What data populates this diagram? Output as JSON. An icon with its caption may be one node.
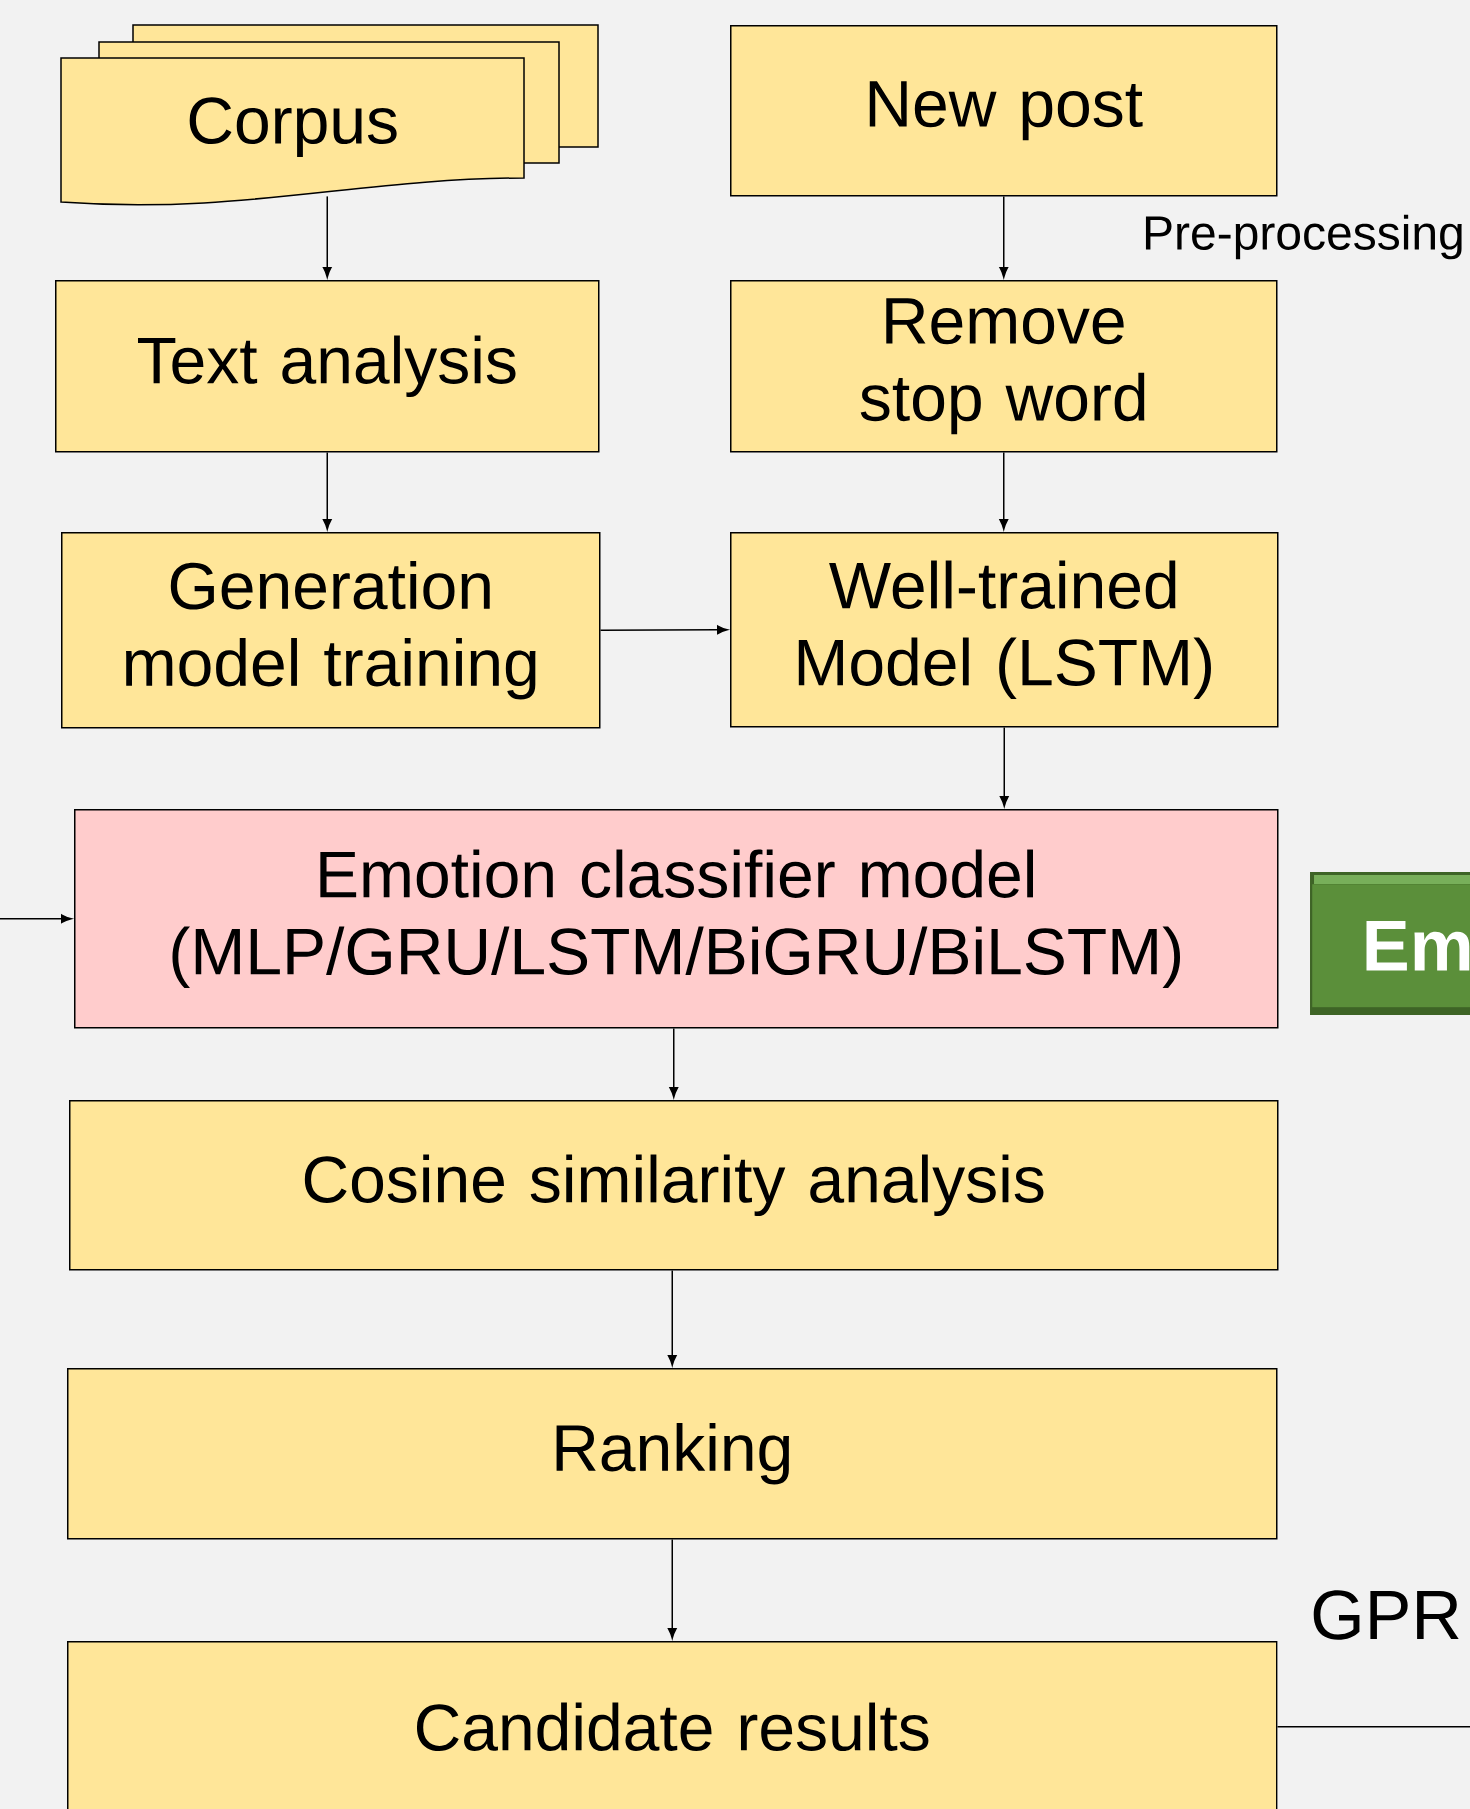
{
  "diagram": {
    "nodes": [
      {
        "text": [
          "Corpus"
        ]
      },
      {
        "text": [
          "New post"
        ]
      },
      {
        "text": [
          "Text analysis"
        ]
      },
      {
        "text": [
          "Remove stop word"
        ]
      },
      {
        "text": [
          "Generation model training"
        ]
      },
      {
        "text": [
          "Well-trained Model (LSTM)"
        ]
      },
      {
        "text": [
          "Emotion classifier model (MLP/GRU/LSTM/BiGRU/BiLSTM)"
        ]
      },
      {
        "text": [
          "Em"
        ]
      },
      {
        "text": [
          "Cosine similarity analysis"
        ]
      },
      {
        "text": [
          "Ranking"
        ]
      },
      {
        "text": [
          "Candidate results"
        ]
      }
    ],
    "edges": [
      {
        "from": 0,
        "to": 2,
        "arrow": "to"
      },
      {
        "from": 1,
        "to": 3,
        "arrow": "to"
      },
      {
        "from": 2,
        "to": 4,
        "arrow": "to"
      },
      {
        "from": 3,
        "to": 5,
        "arrow": "to"
      },
      {
        "from": 4,
        "to": 5,
        "arrow": "to"
      },
      {
        "from": 5,
        "to": 6,
        "arrow": "to"
      },
      {
        "from": null,
        "to": 6,
        "arrow": "to"
      },
      {
        "from": 6,
        "to": 8,
        "arrow": "to"
      },
      {
        "from": 8,
        "to": 9,
        "arrow": "to"
      },
      {
        "from": 9,
        "to": 10,
        "arrow": "to"
      },
      {
        "from": 10,
        "to": null,
        "arrow": "none"
      }
    ],
    "labels": [
      "Pre-processing",
      "GPR"
    ]
  }
}
